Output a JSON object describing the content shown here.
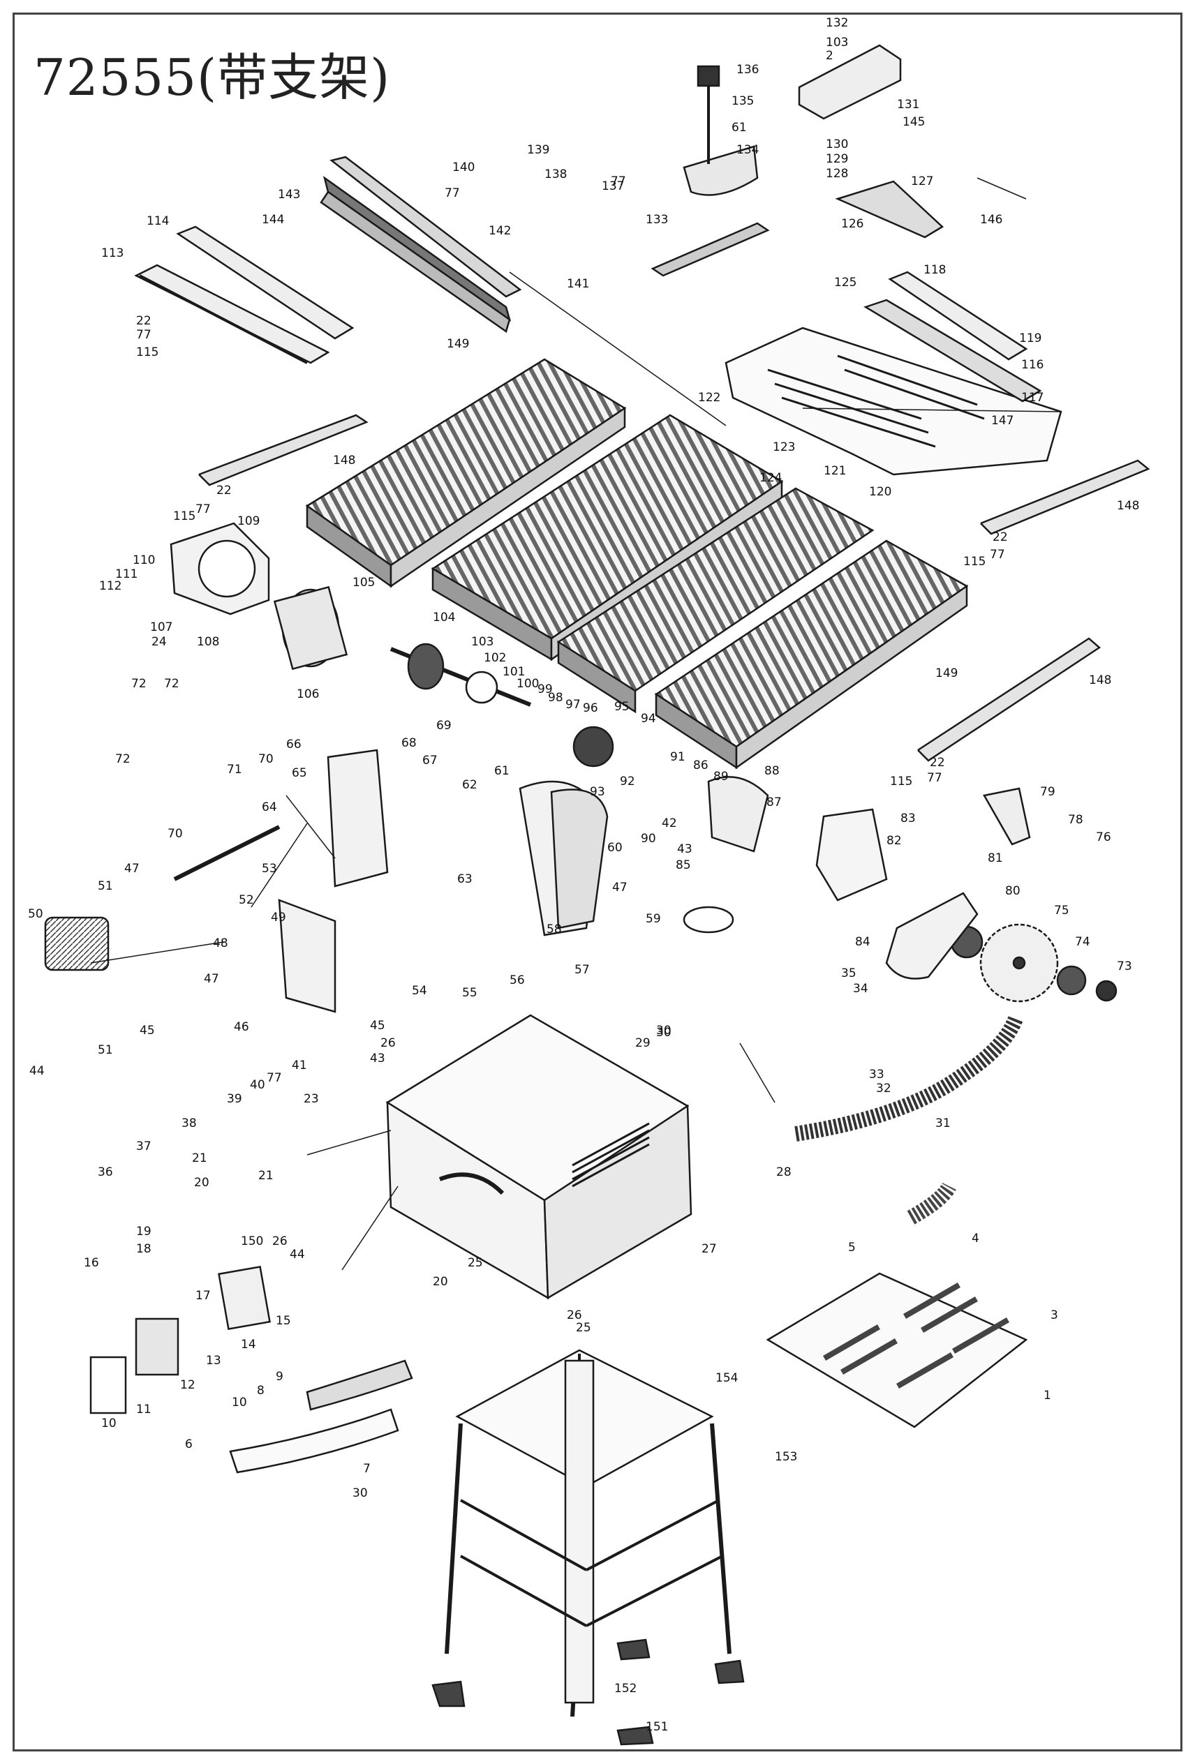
{
  "title": "72555(带支架)",
  "colors": {
    "line": "#1a1a1a",
    "fill_dark": "#555555",
    "fill_mid": "#9a9a9a",
    "fill_light": "#e6e6e6"
  },
  "parts": {
    "p1": "1",
    "p2": "2",
    "p3": "3",
    "p4": "4",
    "p5": "5",
    "p6": "6",
    "p7": "7",
    "p8": "8",
    "p9": "9",
    "p10": "10",
    "p10b": "10",
    "p11": "11",
    "p12": "12",
    "p13": "13",
    "p14": "14",
    "p15": "15",
    "p16": "16",
    "p17": "17",
    "p18": "18",
    "p19": "19",
    "p20": "20",
    "p20b": "20",
    "p21": "21",
    "p21b": "21",
    "p22": "22",
    "p22b": "22",
    "p22c": "22",
    "p22d": "22",
    "p23": "23",
    "p24": "24",
    "p25": "25",
    "p25b": "25",
    "p26": "26",
    "p26b": "26",
    "p26c": "26",
    "p27": "27",
    "p28": "28",
    "p29": "29",
    "p30": "30",
    "p30b": "30",
    "p30c": "30",
    "p31": "31",
    "p32": "32",
    "p33": "33",
    "p34": "34",
    "p35": "35",
    "p36": "36",
    "p37": "37",
    "p38": "38",
    "p39": "39",
    "p40": "40",
    "p41": "41",
    "p42": "42",
    "p43": "43",
    "p43b": "43",
    "p44": "44",
    "p44b": "44",
    "p45": "45",
    "p45b": "45",
    "p46": "46",
    "p47": "47",
    "p47b": "47",
    "p47c": "47",
    "p48": "48",
    "p49": "49",
    "p50": "50",
    "p51": "51",
    "p51b": "51",
    "p52": "52",
    "p53": "53",
    "p54": "54",
    "p55": "55",
    "p56": "56",
    "p57": "57",
    "p58": "58",
    "p59": "59",
    "p60": "60",
    "p61": "61",
    "p61b": "61",
    "p62": "62",
    "p63": "63",
    "p64": "64",
    "p65": "65",
    "p66": "66",
    "p67": "67",
    "p68": "68",
    "p69": "69",
    "p70": "70",
    "p70b": "70",
    "p71": "71",
    "p72": "72",
    "p72b": "72",
    "p72c": "72",
    "p73": "73",
    "p74": "74",
    "p75": "75",
    "p76": "76",
    "p77": "77",
    "p77b": "77",
    "p77c": "77",
    "p77d": "77",
    "p77e": "77",
    "p77f": "77",
    "p77g": "77",
    "p78": "78",
    "p79": "79",
    "p80": "80",
    "p81": "81",
    "p82": "82",
    "p83": "83",
    "p84": "84",
    "p85": "85",
    "p86": "86",
    "p87": "87",
    "p88": "88",
    "p89": "89",
    "p90": "90",
    "p91": "91",
    "p92": "92",
    "p93": "93",
    "p94": "94",
    "p95": "95",
    "p96": "96",
    "p97": "97",
    "p98": "98",
    "p99": "99",
    "p100": "100",
    "p101": "101",
    "p102": "102",
    "p103": "103",
    "p103b": "103",
    "p104": "104",
    "p105": "105",
    "p106": "106",
    "p107": "107",
    "p108": "108",
    "p109": "109",
    "p110": "110",
    "p111": "111",
    "p112": "112",
    "p113": "113",
    "p114": "114",
    "p115": "115",
    "p115b": "115",
    "p115c": "115",
    "p115d": "115",
    "p116": "116",
    "p117": "117",
    "p118": "118",
    "p119": "119",
    "p120": "120",
    "p121": "121",
    "p122": "122",
    "p123": "123",
    "p124": "124",
    "p125": "125",
    "p126": "126",
    "p127": "127",
    "p128": "128",
    "p129": "129",
    "p130": "130",
    "p131": "131",
    "p132": "132",
    "p133": "133",
    "p134": "134",
    "p135": "135",
    "p136": "136",
    "p137": "137",
    "p138": "138",
    "p139": "139",
    "p140": "140",
    "p141": "141",
    "p142": "142",
    "p143": "143",
    "p144": "144",
    "p145": "145",
    "p146": "146",
    "p147": "147",
    "p148": "148",
    "p148b": "148",
    "p148c": "148",
    "p149": "149",
    "p149b": "149",
    "p150": "150",
    "p151": "151",
    "p152": "152",
    "p153": "153",
    "p154": "154"
  }
}
